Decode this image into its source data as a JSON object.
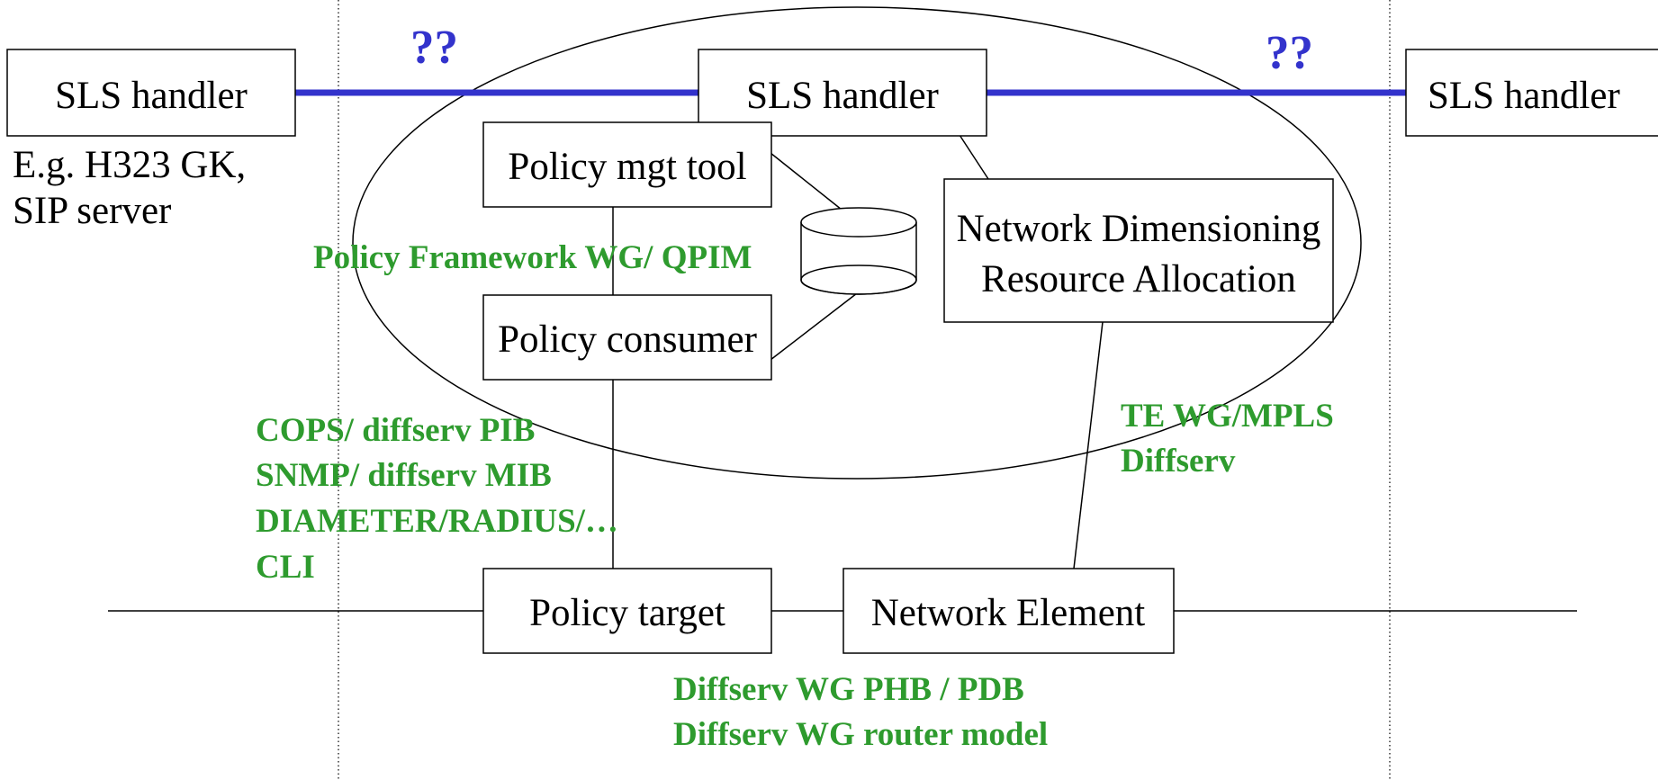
{
  "boxes": {
    "sls_left": "SLS handler",
    "sls_center": "SLS handler",
    "sls_right": "SLS handler",
    "policy_mgt_tool": "Policy mgt tool",
    "policy_consumer": "Policy consumer",
    "nd_line1": "Network Dimensioning",
    "nd_line2": "Resource Allocation",
    "policy_target": "Policy target",
    "network_element": "Network Element"
  },
  "notes": {
    "gk_line1": "E.g. H323 GK,",
    "gk_line2": "SIP server"
  },
  "question_marks": {
    "left": "??",
    "right": "??"
  },
  "green_labels": {
    "policy_framework": "Policy Framework WG/ QPIM",
    "cops": "COPS/ diffserv PIB",
    "snmp": "SNMP/ diffserv MIB",
    "diameter": "DIAMETER/RADIUS/…",
    "cli": "CLI",
    "te_wg": "TE WG/MPLS",
    "te_diffserv": "Diffserv",
    "phb": "Diffserv WG PHB / PDB",
    "router_model": "Diffserv WG router model"
  },
  "colors": {
    "link_blue": "#3333cc",
    "label_green": "#2e9b2e"
  }
}
